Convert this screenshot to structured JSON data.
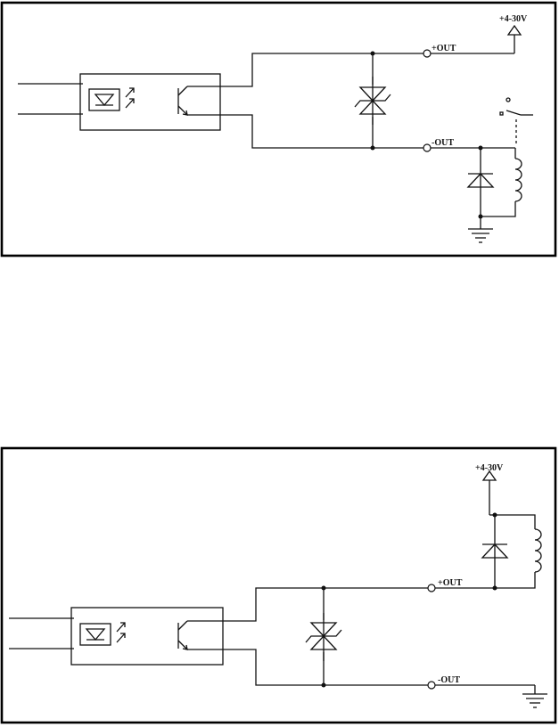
{
  "labels": {
    "top": {
      "supply": "+4-30V",
      "pos_out": "+OUT",
      "neg_out": "-OUT"
    },
    "bottom": {
      "supply": "+4-30V",
      "pos_out": "+OUT",
      "neg_out": "-OUT"
    }
  }
}
